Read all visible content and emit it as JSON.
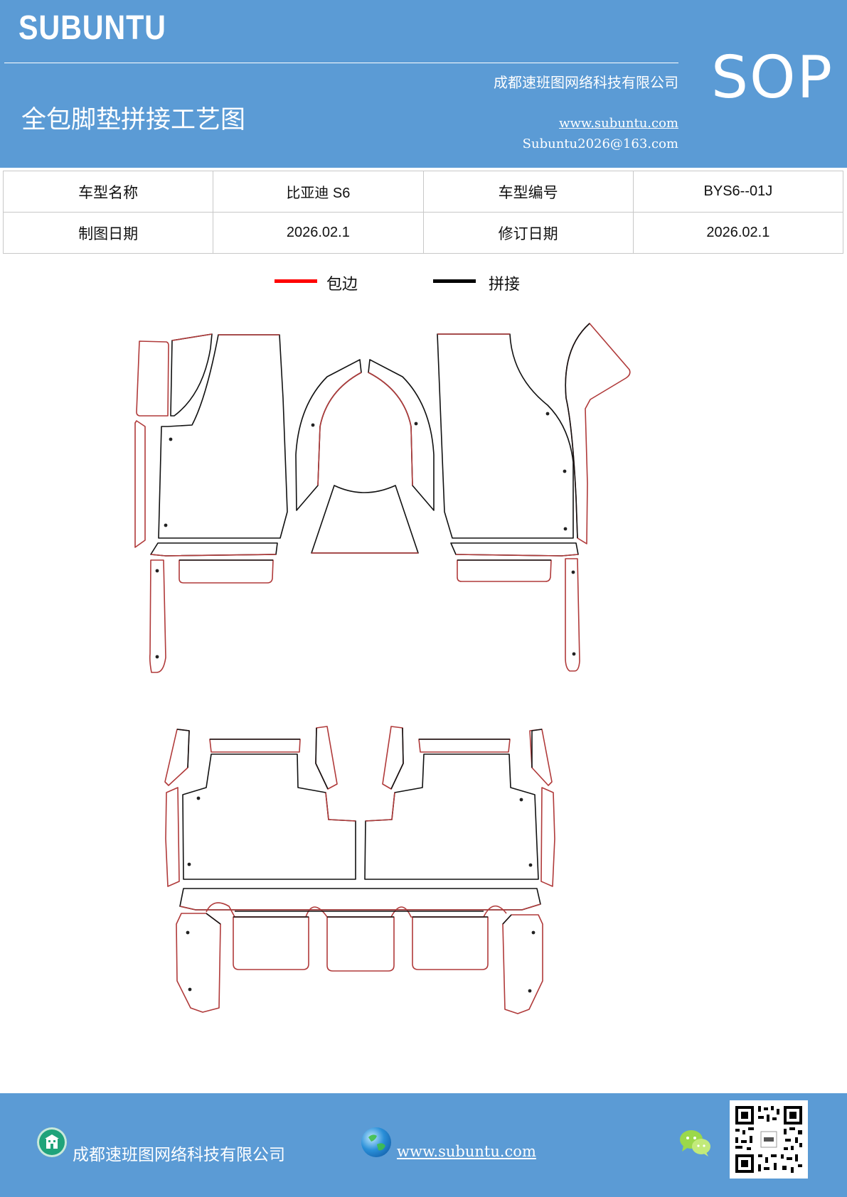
{
  "header": {
    "brand": "SUBUNTU",
    "company": "成都速班图网络科技有限公司",
    "title": "全包脚垫拼接工艺图",
    "website": "www.subuntu.com",
    "email": "Subuntu2026@163.com",
    "badge": "SOP",
    "bg_color": "#5b9bd5"
  },
  "info": {
    "model_name_label": "车型名称",
    "model_name_value": "比亚迪 S6",
    "model_code_label": "车型编号",
    "model_code_value": "BYS6--01J",
    "draw_date_label": "制图日期",
    "draw_date_value": "2026.02.1",
    "revise_date_label": "修订日期",
    "revise_date_value": "2026.02.1"
  },
  "legend": {
    "edge_label": "包边",
    "edge_color": "#ff0000",
    "seam_label": "拼接",
    "seam_color": "#000000"
  },
  "footer": {
    "company": "成都速班图网络科技有限公司",
    "website": "www.subuntu.com",
    "icons": [
      "building-icon",
      "globe-icon",
      "wechat-icon",
      "qr-code"
    ]
  }
}
